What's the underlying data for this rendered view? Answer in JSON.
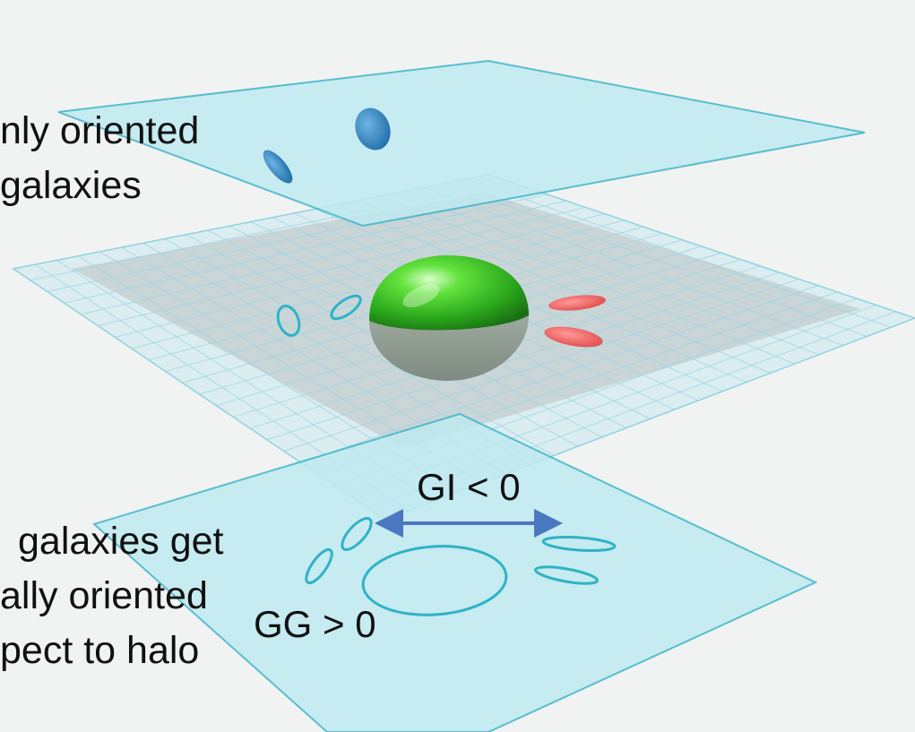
{
  "top_caption": [
    "nly oriented",
    "galaxies"
  ],
  "bottom_caption": [
    "galaxies get",
    "ally oriented",
    "pect to halo"
  ],
  "label_gi": "GI <  0",
  "label_gg": "GG > 0",
  "colors": {
    "background": "#f1f2f2",
    "plane_fill": "#bfeaf0",
    "plane_edge": "#3fb6c8",
    "halo_green": "#3fc52a",
    "red_galaxy": "#f06a6a",
    "blue_galaxy": "#2e86c1",
    "arrow": "#4a78c0"
  }
}
